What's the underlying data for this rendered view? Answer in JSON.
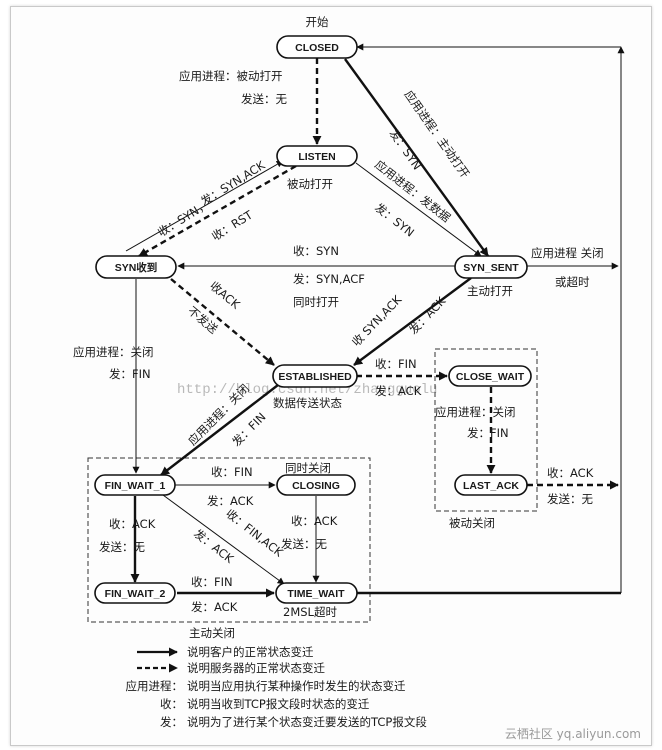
{
  "title": "开始",
  "states": {
    "closed": "CLOSED",
    "listen": "LISTEN",
    "syn_rcvd": "SYN收到",
    "syn_sent": "SYN_SENT",
    "established": "ESTABLISHED",
    "close_wait": "CLOSE_WAIT",
    "last_ack": "LAST_ACK",
    "fin_wait_1": "FIN_WAIT_1",
    "closing": "CLOSING",
    "fin_wait_2": "FIN_WAIT_2",
    "time_wait": "TIME_WAIT"
  },
  "labels": {
    "app_passive_open": "应用进程：被动打开",
    "send_none_1": "发送：无",
    "passive_open": "被动打开",
    "recv_syn_send_synack_a": "收：SYN，",
    "recv_syn_send_synack_b": "发：SYN,ACK",
    "recv_rst": "收：RST",
    "app_active_open": "应用进程：主动打开",
    "send_syn_1": "发：SYN",
    "app_send_data": "应用进程：发数据",
    "send_syn_2": "发：SYN",
    "simul_recv": "收：SYN",
    "simul_send": "发：SYN,ACF",
    "simul_open": "同时打开",
    "app_close_or_timeout_a": "应用进程 关闭",
    "app_close_or_timeout_b": "或超时",
    "active_open": "主动打开",
    "recv_ack": "收ACK",
    "no_send": "不发送",
    "recv_synack": "收 SYN,ACK",
    "send_ack_1": "发：ACK",
    "app_close_1": "应用进程：关闭",
    "send_fin_1": "发：FIN",
    "recv_fin_1": "收：FIN",
    "send_ack_2": "发：ACK",
    "data_transfer": "数据传送状态",
    "app_close_2": "应用进程：关闭",
    "send_fin_2": "发：FIN",
    "app_close_3": "应用进程：关闭",
    "send_fin_3": "发：FIN",
    "recv_fin_2": "收：FIN",
    "send_ack_3": "发：ACK",
    "simul_close": "同时关闭",
    "recv_ack_1": "收：ACK",
    "send_none_2": "发送：无",
    "recv_finack_a": "收：FIN,ACK",
    "recv_finack_b": "发：ACK",
    "recv_ack_2": "收：ACK",
    "send_none_3": "发送：无",
    "recv_fin_3": "收：FIN",
    "send_ack_4": "发：ACK",
    "two_msl": "2MSL超时",
    "recv_ack_3": "收：ACK",
    "send_none_4": "发送：无",
    "passive_close": "被动关闭",
    "active_close": "主动关闭"
  },
  "legend": {
    "client_line": "说明客户的正常状态变迁",
    "server_line": "说明服务器的正常状态变迁",
    "app_key": "应用进程：",
    "app_desc": "说明当应用执行某种操作时发生的状态变迁",
    "recv_key": "收：",
    "recv_desc": "说明当收到TCP报文段时状态的变迁",
    "send_key": "发：",
    "send_desc": "说明为了进行某个状态变迁要发送的TCP报文段"
  },
  "watermark": "http://blog.csdn.net/zhangguolu",
  "logo": "云栖社区 yq.aliyun.com"
}
